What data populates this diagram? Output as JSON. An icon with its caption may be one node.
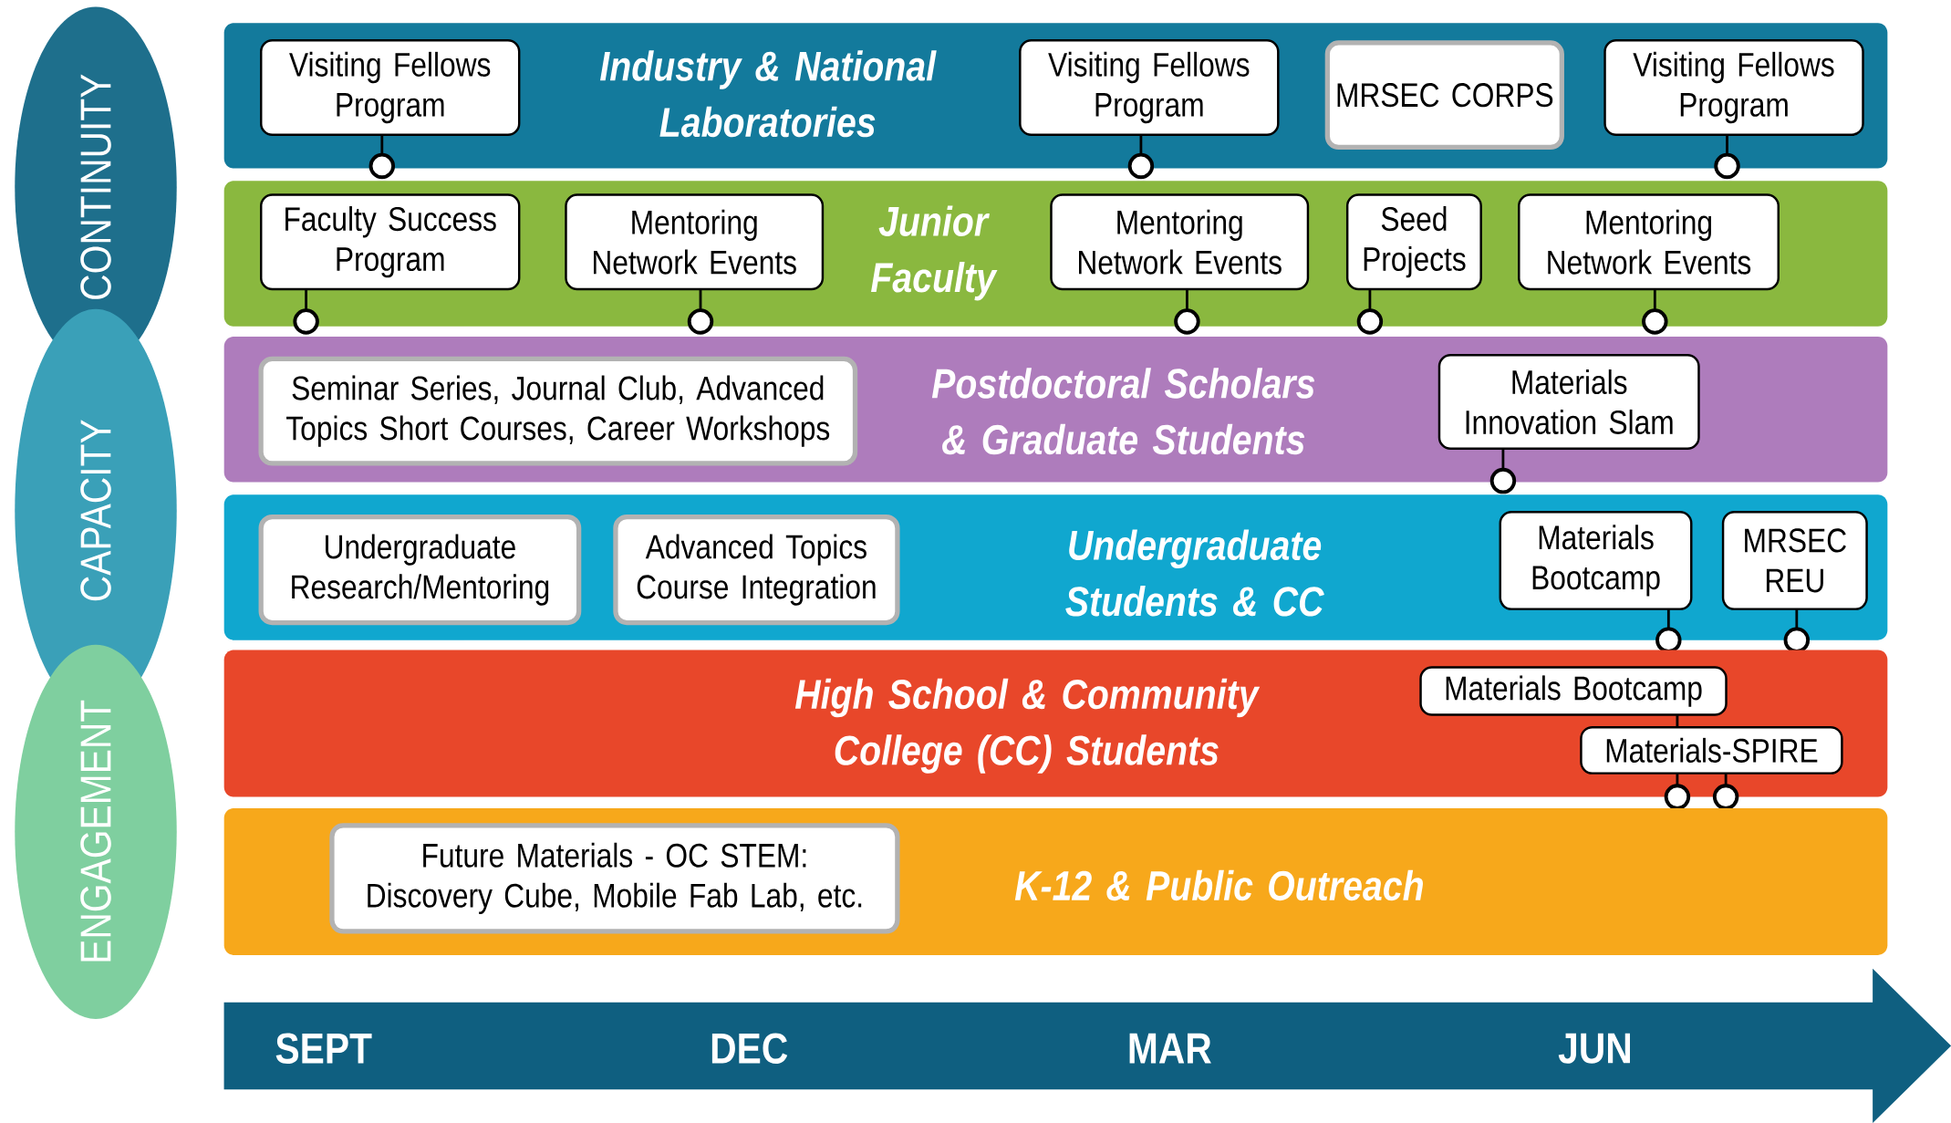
{
  "diagram": {
    "nodes": [
      {
        "text": [
          "CONTINUITY"
        ]
      },
      {
        "text": [
          "CAPACITY"
        ]
      },
      {
        "text": [
          "ENGAGEMENT"
        ]
      },
      {
        "text": [
          "Industry & National Laboratories"
        ]
      },
      {
        "text": [
          "Visiting Fellows Program"
        ],
        "in": 3
      },
      {
        "text": [
          "Visiting Fellows Program"
        ],
        "in": 3
      },
      {
        "text": [
          "MRSEC CORPS"
        ],
        "in": 3
      },
      {
        "text": [
          "Visiting Fellows Program"
        ],
        "in": 3
      },
      {
        "text": [
          "Junior Faculty"
        ]
      },
      {
        "text": [
          "Faculty Success Program"
        ],
        "in": 8
      },
      {
        "text": [
          "Mentoring Network Events"
        ],
        "in": 8
      },
      {
        "text": [
          "Mentoring Network Events"
        ],
        "in": 8
      },
      {
        "text": [
          "Seed Projects"
        ],
        "in": 8
      },
      {
        "text": [
          "Mentoring Network Events"
        ],
        "in": 8
      },
      {
        "text": [
          "Postdoctoral Scholars & Graduate Students"
        ]
      },
      {
        "text": [
          "Seminar Series, Journal Club, Advanced Topics Short Courses, Career Workshops"
        ],
        "in": 14
      },
      {
        "text": [
          "Materials Innovation Slam"
        ],
        "in": 14
      },
      {
        "text": [
          "Undergraduate Students & CC"
        ]
      },
      {
        "text": [
          "Undergraduate Research/Mentoring"
        ],
        "in": 17
      },
      {
        "text": [
          "Advanced Topics Course Integration"
        ],
        "in": 17
      },
      {
        "text": [
          "Materials Bootcamp"
        ],
        "in": 17
      },
      {
        "text": [
          "MRSEC REU"
        ],
        "in": 17
      },
      {
        "text": [
          "High School & Community College (CC) Students"
        ]
      },
      {
        "text": [
          "Materials Bootcamp"
        ],
        "in": 22
      },
      {
        "text": [
          "Materials-SPIRE"
        ],
        "in": 22
      },
      {
        "text": [
          "K-12 & Public Outreach"
        ]
      },
      {
        "text": [
          "Future Materials - OC STEM: Discovery Cube, Mobile Fab Lab, etc."
        ],
        "in": 25
      },
      {
        "text": [
          "SEPT",
          "DEC",
          "MAR",
          "JUN"
        ]
      }
    ]
  }
}
